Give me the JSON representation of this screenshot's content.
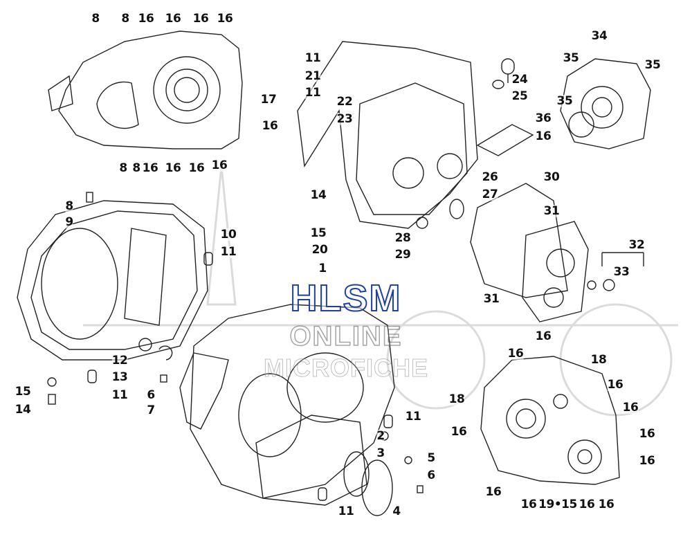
{
  "diagram": {
    "watermark": {
      "line1": "HLSM",
      "line2": "ONLINE",
      "line3": "MICROFICHE"
    },
    "callouts": [
      "8",
      "8",
      "16",
      "16",
      "16",
      "16",
      "17",
      "16",
      "8",
      "8",
      "16",
      "16",
      "16",
      "16",
      "11",
      "21",
      "11",
      "22",
      "23",
      "24",
      "25",
      "36",
      "16",
      "26",
      "27",
      "30",
      "31",
      "14",
      "15",
      "20",
      "28",
      "29",
      "1",
      "34",
      "35",
      "35",
      "35",
      "32",
      "33",
      "31",
      "8",
      "9",
      "10",
      "11",
      "12",
      "13",
      "15",
      "14",
      "11",
      "6",
      "7",
      "11",
      "2",
      "3",
      "5",
      "6",
      "4",
      "11",
      "16",
      "16",
      "18",
      "16",
      "18",
      "16",
      "16",
      "16",
      "16",
      "16",
      "16",
      "19•15",
      "16",
      "16"
    ]
  }
}
